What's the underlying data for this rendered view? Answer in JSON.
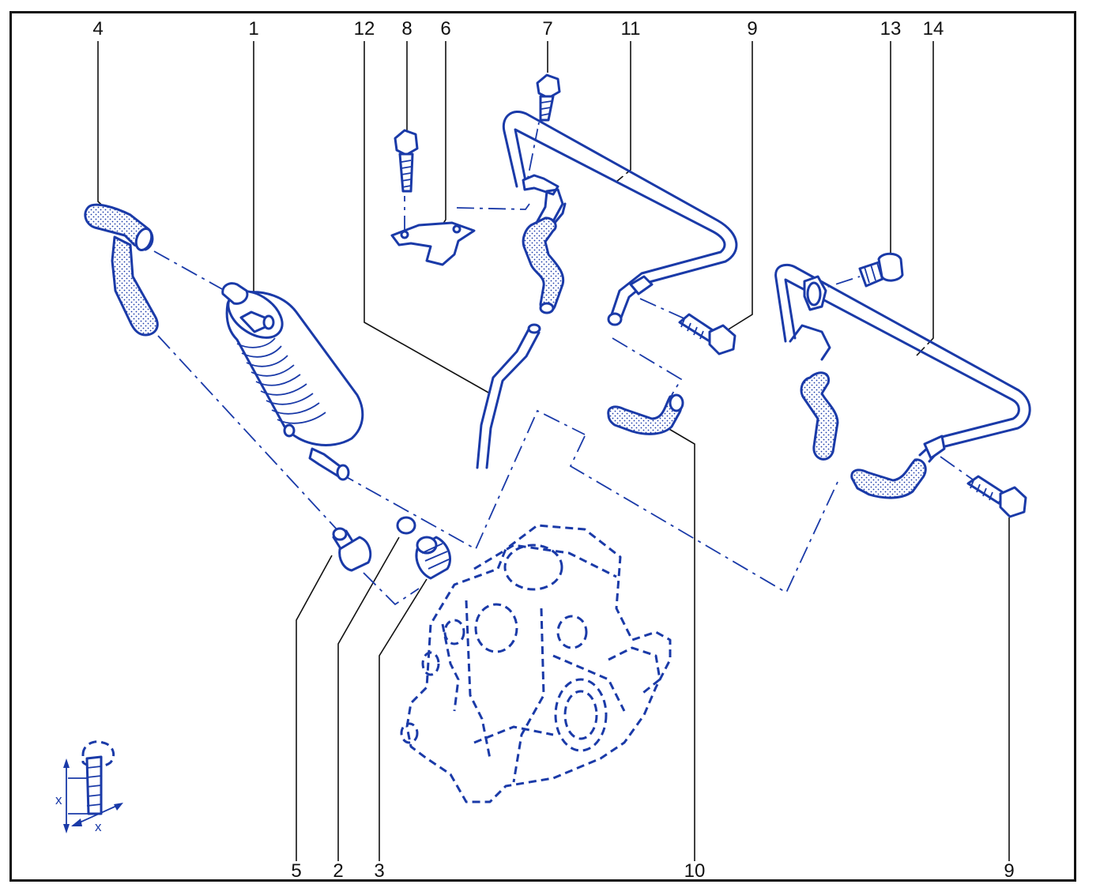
{
  "callouts": {
    "c4": "4",
    "c1": "1",
    "c12": "12",
    "c8": "8",
    "c6": "6",
    "c7": "7",
    "c11": "11",
    "c9_top": "9",
    "c13": "13",
    "c14": "14",
    "c5": "5",
    "c2": "2",
    "c3": "3",
    "c10": "10",
    "c9_bottom": "9"
  },
  "torque_symbol": {
    "x_label_1": "x",
    "x_label_2": "x"
  },
  "colors": {
    "line": "#1a3aa8",
    "frame": "#111111",
    "background": "#ffffff"
  }
}
